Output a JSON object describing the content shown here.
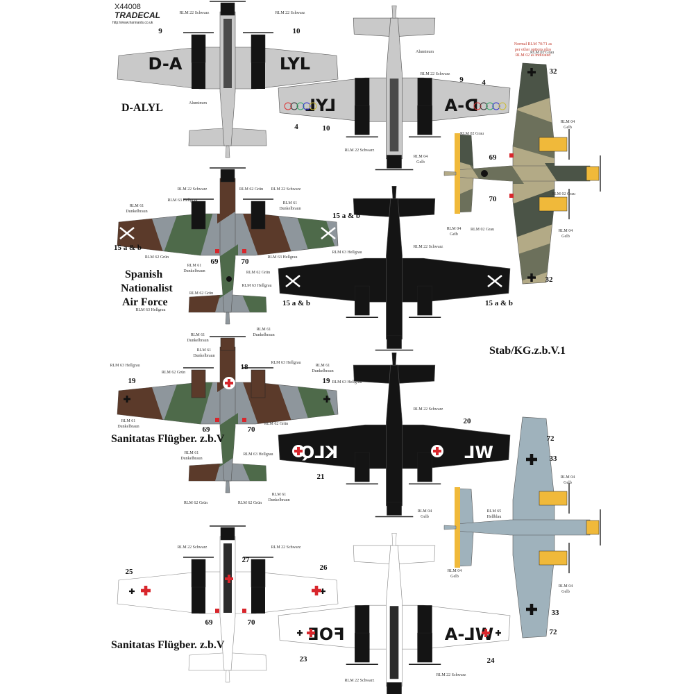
{
  "header": {
    "product_code": "X44008",
    "brand": "TRADECAL",
    "url": "http://www.hannants.co.uk"
  },
  "note": [
    "Normal RLM 70/71 as",
    "per other options plus",
    "RLM 02 as indicated"
  ],
  "titles": {
    "d_alyl": "D-ALYL",
    "spanish_1": "Spanish",
    "spanish_2": "Nationalist",
    "spanish_3": "Air Force",
    "stab": "Stab/KG.z.b.V.1",
    "sanitatas_1": "Sanitatas Flügber. z.b.V",
    "sanitatas_2": "Sanitatas Flügber. z.b.V"
  },
  "codes": {
    "a_left": "D-A",
    "a_right": "LYL",
    "b_left": "LYL",
    "b_right": "D-A",
    "g_left": "KLQ",
    "g_right": "WL",
    "j_left": "FOE",
    "j_right": "WL-A"
  },
  "colors": {
    "aluminum": "#c9c9c9",
    "schwarz": "#141414",
    "grau": "#b3aa86",
    "dark_green": "#4b5447",
    "mid_green": "#6c705b",
    "gelb": "#f0b93a",
    "hellgrau": "#8e969c",
    "dunkelbraun": "#5b3a2a",
    "grun": "#4e6a4a",
    "hellblau": "#9fb2bc",
    "white": "#ffffff",
    "red": "#d8262c",
    "note_red": "#c0392b"
  },
  "labels": [
    "RLM 22 Schwarz",
    "RLM 22 Schwarz",
    "Aluminum",
    "9",
    "10",
    "Aluminum",
    "RLM 22 Schwarz",
    "9",
    "4",
    "4",
    "10",
    "RLM 22 Schwarz",
    "RLM 02 Grau",
    "32",
    "RLM 04",
    "Gelb",
    "RLM 02 Grau",
    "69",
    "RLM 04",
    "Gelb",
    "70",
    "RLM 02 Grau",
    "RLM 04",
    "Gelb",
    "RLM 02 Grau",
    "RLM 04",
    "Gelb",
    "32",
    "RLM 22 Schwarz",
    "RLM 62 Grün",
    "RLM 22 Schwarz",
    "RLM 63 Hellgrau",
    "RLM 61",
    "Dunkelbraun",
    "RLM 61",
    "Dunkelbraun",
    "15 a & b",
    "15 a & b",
    "RLM 63 Hellgrau",
    "RLM 62 Grün",
    "RLM 61",
    "Dunkelbraun",
    "69",
    "70",
    "RLM 63 Hellgrau",
    "RLM 62 Grün",
    "RLM 63 Hellgrau",
    "RLM 62 Grün",
    "RLM 63 Hellgrau",
    "RLM 61",
    "Dunkelbraun",
    "RLM 61",
    "Dunkelbraun",
    "RLM 22 Schwarz",
    "15 a & b",
    "15 a & b",
    "RLM 61",
    "Dunkelbraun",
    "18",
    "RLM 63 Hellgrau",
    "RLM 61",
    "Dunkelbraun",
    "RLM 63 Hellgrau",
    "19",
    "RLM 62 Grün",
    "19",
    "RLM 63 Hellgrau",
    "RLM 61",
    "Dunkelbraun",
    "69",
    "70",
    "RLM 62 Grün",
    "RLM 61",
    "Dunkelbraun",
    "RLM 63 Hellgrau",
    "RLM 62 Grün",
    "RLM 62 Grün",
    "RLM 61",
    "Dunkelbraun",
    "RLM 22 Schwarz",
    "20",
    "21",
    "72",
    "33",
    "RLM 04",
    "Gelb",
    "RLM 04",
    "Gelb",
    "RLM 65",
    "Hellblau",
    "RLM 04",
    "Gelb",
    "RLM 04",
    "Gelb",
    "33",
    "72",
    "RLM 22 Schwarz",
    "27",
    "RLM 22 Schwarz",
    "25",
    "26",
    "69",
    "70",
    "23",
    "24",
    "RLM 22 Schwarz",
    "RLM 22 Schwarz"
  ]
}
